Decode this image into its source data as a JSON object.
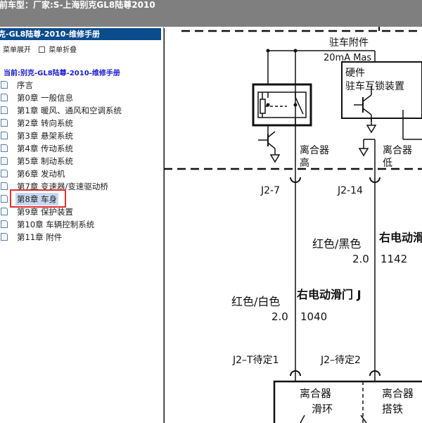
{
  "window": {
    "title": "前车型：厂家:S-上海别克GL8陆尊2010"
  },
  "sidebar": {
    "header": "克-GL8陆尊-2010-维修手册",
    "controls": {
      "expand": "菜单展开",
      "collapse": "菜单折叠"
    },
    "current": "当前:别克-GL8陆尊-2010-维修手册",
    "items": [
      {
        "label": "序言"
      },
      {
        "label": "第0章 一般信息"
      },
      {
        "label": "第1章 暖风、通风和空调系统"
      },
      {
        "label": "第2章 转向系统"
      },
      {
        "label": "第3章 悬架系统"
      },
      {
        "label": "第4章 传动系统"
      },
      {
        "label": "第5章 制动系统"
      },
      {
        "label": "第6章 发动机"
      },
      {
        "label": "第7章 变速器/变速驱动桥"
      },
      {
        "label": "第8章 车身",
        "selected": true
      },
      {
        "label": "第9章 保护装置"
      },
      {
        "label": "第10章 车辆控制系统"
      },
      {
        "label": "第11章 附件"
      }
    ]
  },
  "diagram": {
    "labels": {
      "parking_accessory": "驻车附件",
      "current_mas": "20mA Mas",
      "hardware": "硬件",
      "park_interlock": "驻车互锁装置",
      "clutch_high_1": "离合器",
      "clutch_high_2": "高",
      "clutch_low_1": "离合器",
      "clutch_low_2": "低",
      "conn_j2_7": "J2-7",
      "conn_j2_14": "J2-14",
      "wire_color_1": "红色/黑色",
      "wire_gauge_1": "2.0",
      "wire_circuit_1": "1142",
      "wire_name_1": "右电动滑",
      "wire_color_2": "红色/白色",
      "wire_gauge_2": "2.0",
      "wire_circuit_2": "1040",
      "wire_name_2": "右电动滑门 J",
      "conn_t1": "J2–T待定1",
      "conn_t2": "J2–待定2",
      "clutch_slip_1": "离合器",
      "clutch_slip_2": "滑环",
      "clutch_gnd_1": "离合器",
      "clutch_gnd_2": "搭铁"
    }
  }
}
